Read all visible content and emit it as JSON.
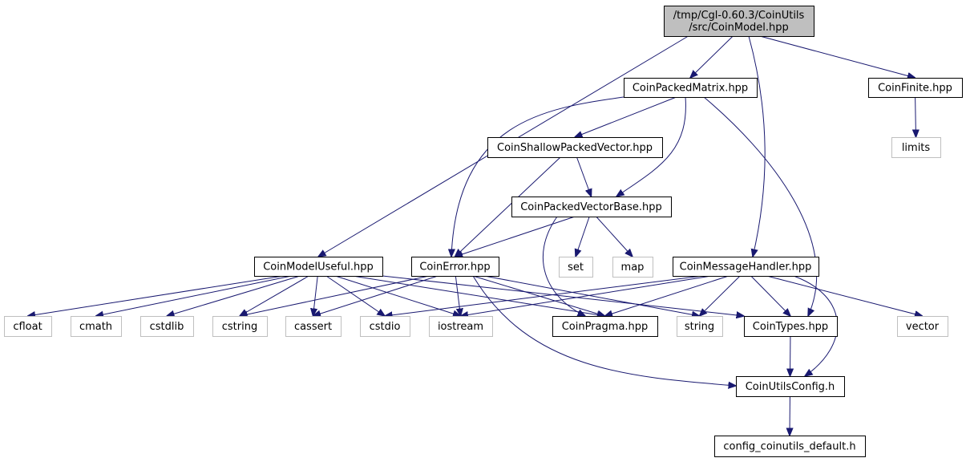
{
  "colors": {
    "edge": "#191970",
    "root_fill": "#bfbfbf",
    "documented_border": "#000000",
    "external_border": "#bfbfbf",
    "text": "#000000"
  },
  "nodes": [
    {
      "id": "root",
      "lines": [
        "/tmp/Cgl-0.60.3/CoinUtils",
        "/src/CoinModel.hpp"
      ],
      "kind": "root"
    },
    {
      "id": "CoinPackedMatrix",
      "lines": [
        "CoinPackedMatrix.hpp"
      ],
      "kind": "documented"
    },
    {
      "id": "CoinFinite",
      "lines": [
        "CoinFinite.hpp"
      ],
      "kind": "documented"
    },
    {
      "id": "limits",
      "lines": [
        "limits"
      ],
      "kind": "external"
    },
    {
      "id": "CoinShallowPackedVector",
      "lines": [
        "CoinShallowPackedVector.hpp"
      ],
      "kind": "documented"
    },
    {
      "id": "CoinPackedVectorBase",
      "lines": [
        "CoinPackedVectorBase.hpp"
      ],
      "kind": "documented"
    },
    {
      "id": "CoinModelUseful",
      "lines": [
        "CoinModelUseful.hpp"
      ],
      "kind": "documented"
    },
    {
      "id": "CoinError",
      "lines": [
        "CoinError.hpp"
      ],
      "kind": "documented"
    },
    {
      "id": "set",
      "lines": [
        "set"
      ],
      "kind": "external"
    },
    {
      "id": "map",
      "lines": [
        "map"
      ],
      "kind": "external"
    },
    {
      "id": "CoinMessageHandler",
      "lines": [
        "CoinMessageHandler.hpp"
      ],
      "kind": "documented"
    },
    {
      "id": "cfloat",
      "lines": [
        "cfloat"
      ],
      "kind": "external"
    },
    {
      "id": "cmath",
      "lines": [
        "cmath"
      ],
      "kind": "external"
    },
    {
      "id": "cstdlib",
      "lines": [
        "cstdlib"
      ],
      "kind": "external"
    },
    {
      "id": "cstring",
      "lines": [
        "cstring"
      ],
      "kind": "external"
    },
    {
      "id": "cassert",
      "lines": [
        "cassert"
      ],
      "kind": "external"
    },
    {
      "id": "cstdio",
      "lines": [
        "cstdio"
      ],
      "kind": "external"
    },
    {
      "id": "iostream",
      "lines": [
        "iostream"
      ],
      "kind": "external"
    },
    {
      "id": "CoinPragma",
      "lines": [
        "CoinPragma.hpp"
      ],
      "kind": "documented"
    },
    {
      "id": "string",
      "lines": [
        "string"
      ],
      "kind": "external"
    },
    {
      "id": "CoinTypes",
      "lines": [
        "CoinTypes.hpp"
      ],
      "kind": "documented"
    },
    {
      "id": "vector",
      "lines": [
        "vector"
      ],
      "kind": "external"
    },
    {
      "id": "CoinUtilsConfig",
      "lines": [
        "CoinUtilsConfig.h"
      ],
      "kind": "documented"
    },
    {
      "id": "config_default",
      "lines": [
        "config_coinutils_default.h"
      ],
      "kind": "documented"
    }
  ],
  "edges": [
    {
      "from": "root",
      "to": "CoinPackedMatrix"
    },
    {
      "from": "root",
      "to": "CoinFinite"
    },
    {
      "from": "root",
      "to": "CoinModelUseful"
    },
    {
      "from": "root",
      "to": "CoinMessageHandler"
    },
    {
      "from": "CoinFinite",
      "to": "limits"
    },
    {
      "from": "CoinPackedMatrix",
      "to": "CoinShallowPackedVector"
    },
    {
      "from": "CoinPackedMatrix",
      "to": "CoinPackedVectorBase"
    },
    {
      "from": "CoinPackedMatrix",
      "to": "CoinError"
    },
    {
      "from": "CoinPackedMatrix",
      "to": "CoinTypes"
    },
    {
      "from": "CoinShallowPackedVector",
      "to": "CoinPackedVectorBase"
    },
    {
      "from": "CoinShallowPackedVector",
      "to": "CoinError"
    },
    {
      "from": "CoinPackedVectorBase",
      "to": "CoinError"
    },
    {
      "from": "CoinPackedVectorBase",
      "to": "set"
    },
    {
      "from": "CoinPackedVectorBase",
      "to": "map"
    },
    {
      "from": "CoinPackedVectorBase",
      "to": "CoinPragma"
    },
    {
      "from": "CoinModelUseful",
      "to": "cfloat"
    },
    {
      "from": "CoinModelUseful",
      "to": "cmath"
    },
    {
      "from": "CoinModelUseful",
      "to": "cstdlib"
    },
    {
      "from": "CoinModelUseful",
      "to": "cstring"
    },
    {
      "from": "CoinModelUseful",
      "to": "cassert"
    },
    {
      "from": "CoinModelUseful",
      "to": "cstdio"
    },
    {
      "from": "CoinModelUseful",
      "to": "iostream"
    },
    {
      "from": "CoinModelUseful",
      "to": "CoinPragma"
    },
    {
      "from": "CoinModelUseful",
      "to": "CoinTypes"
    },
    {
      "from": "CoinError",
      "to": "cstring"
    },
    {
      "from": "CoinError",
      "to": "cassert"
    },
    {
      "from": "CoinError",
      "to": "iostream"
    },
    {
      "from": "CoinError",
      "to": "CoinPragma"
    },
    {
      "from": "CoinError",
      "to": "string"
    },
    {
      "from": "CoinError",
      "to": "CoinUtilsConfig"
    },
    {
      "from": "CoinMessageHandler",
      "to": "cstdio"
    },
    {
      "from": "CoinMessageHandler",
      "to": "iostream"
    },
    {
      "from": "CoinMessageHandler",
      "to": "CoinPragma"
    },
    {
      "from": "CoinMessageHandler",
      "to": "string"
    },
    {
      "from": "CoinMessageHandler",
      "to": "CoinTypes"
    },
    {
      "from": "CoinMessageHandler",
      "to": "vector"
    },
    {
      "from": "CoinMessageHandler",
      "to": "CoinUtilsConfig"
    },
    {
      "from": "CoinTypes",
      "to": "CoinUtilsConfig"
    },
    {
      "from": "CoinUtilsConfig",
      "to": "config_default"
    }
  ]
}
